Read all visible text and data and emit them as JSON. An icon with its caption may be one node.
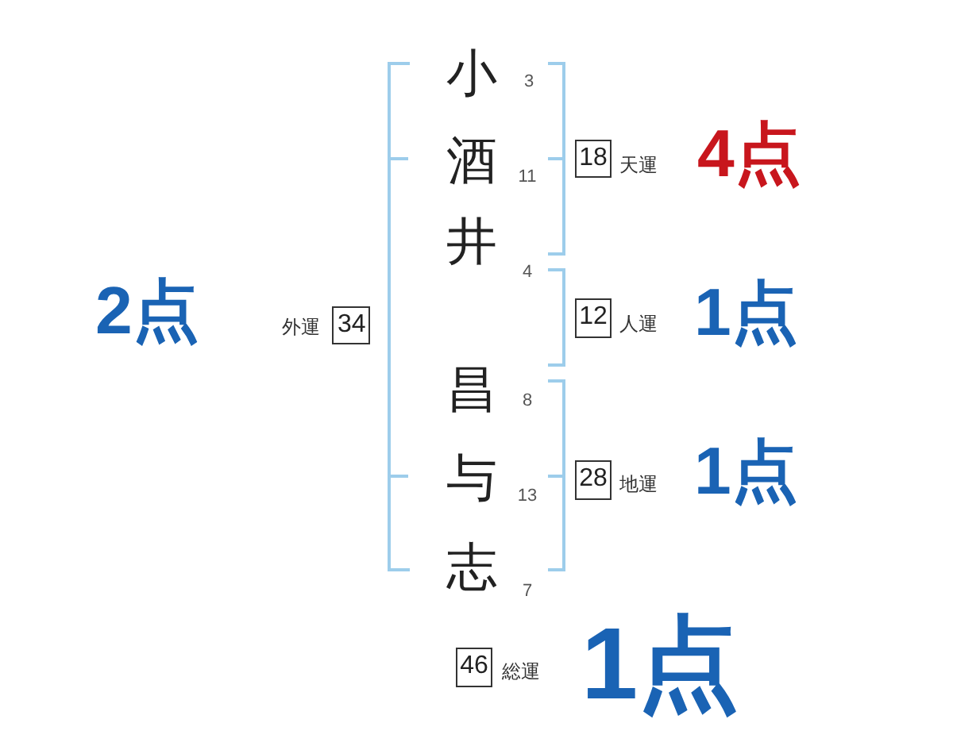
{
  "diagram": {
    "nodes": [
      {
        "text": [
          "18"
        ],
        "beside": [
          "天運",
          "4点"
        ]
      },
      {
        "text": [
          "34"
        ],
        "beside": [
          "外運",
          "2点"
        ]
      },
      {
        "text": [
          "12"
        ],
        "beside": [
          "人運",
          "1点"
        ]
      },
      {
        "text": [
          "28"
        ],
        "beside": [
          "地運",
          "1点"
        ]
      },
      {
        "text": [
          "46"
        ],
        "beside": [
          "総運",
          "1点"
        ]
      }
    ],
    "labels": [
      "小",
      "3",
      "酒",
      "11",
      "井",
      "4",
      "昌",
      "8",
      "与",
      "13",
      "志",
      "7"
    ]
  }
}
